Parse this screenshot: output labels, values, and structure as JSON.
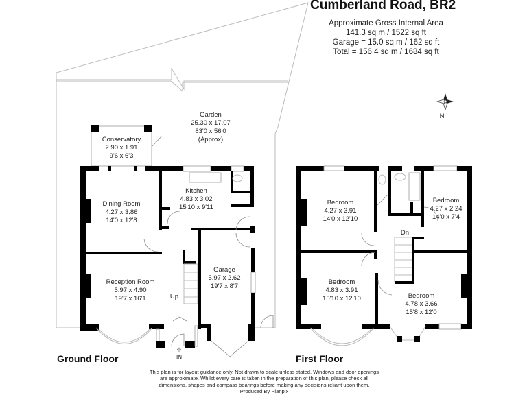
{
  "header": {
    "title": "Cumberland Road, BR2",
    "area_lines": [
      "Approximate Gross Internal Area",
      "141.3 sq m / 1522 sq ft",
      "Garage = 15.0 sq m / 162 sq ft",
      "Total = 156.4 sq m / 1684 sq ft"
    ]
  },
  "compass": {
    "north_label": "N"
  },
  "ground_floor": {
    "label": "Ground Floor",
    "garden": {
      "name": "Garden",
      "metric": "25.30 x 17.07",
      "imperial": "83'0 x 56'0",
      "note": "(Approx)"
    },
    "rooms": [
      {
        "name": "Conservatory",
        "metric": "2.90 x 1.91",
        "imperial": "9'6 x 6'3"
      },
      {
        "name": "Dining Room",
        "metric": "4.27 x 3.86",
        "imperial": "14'0 x 12'8"
      },
      {
        "name": "Kitchen",
        "metric": "4.83 x 3.02",
        "imperial": "15'10 x 9'11"
      },
      {
        "name": "Reception Room",
        "metric": "5.97 x 4.90",
        "imperial": "19'7 x 16'1"
      },
      {
        "name": "Garage",
        "metric": "5.97 x 2.62",
        "imperial": "19'7 x 8'7"
      }
    ],
    "stairs_label": "Up",
    "entrance_label": "IN"
  },
  "first_floor": {
    "label": "First Floor",
    "rooms": [
      {
        "name": "Bedroom",
        "metric": "4.27 x 3.91",
        "imperial": "14'0 x 12'10"
      },
      {
        "name": "Bedroom",
        "metric": "4.27 x 2.24",
        "imperial": "14'0 x 7'4"
      },
      {
        "name": "Bedroom",
        "metric": "4.83 x 3.91",
        "imperial": "15'10 x 12'10"
      },
      {
        "name": "Bedroom",
        "metric": "4.78 x 3.66",
        "imperial": "15'8 x 12'0"
      }
    ],
    "stairs_label": "Dn"
  },
  "disclaimer": [
    "This plan is for layout guidance only. Not drawn to scale unless stated. Windows and door openings",
    "are approximate. Whilst every care is taken in the preparation of this plan, please check all",
    "dimensions, shapes and compass bearings before making any decisions reliant upon them.",
    "Produced By Planpix"
  ]
}
